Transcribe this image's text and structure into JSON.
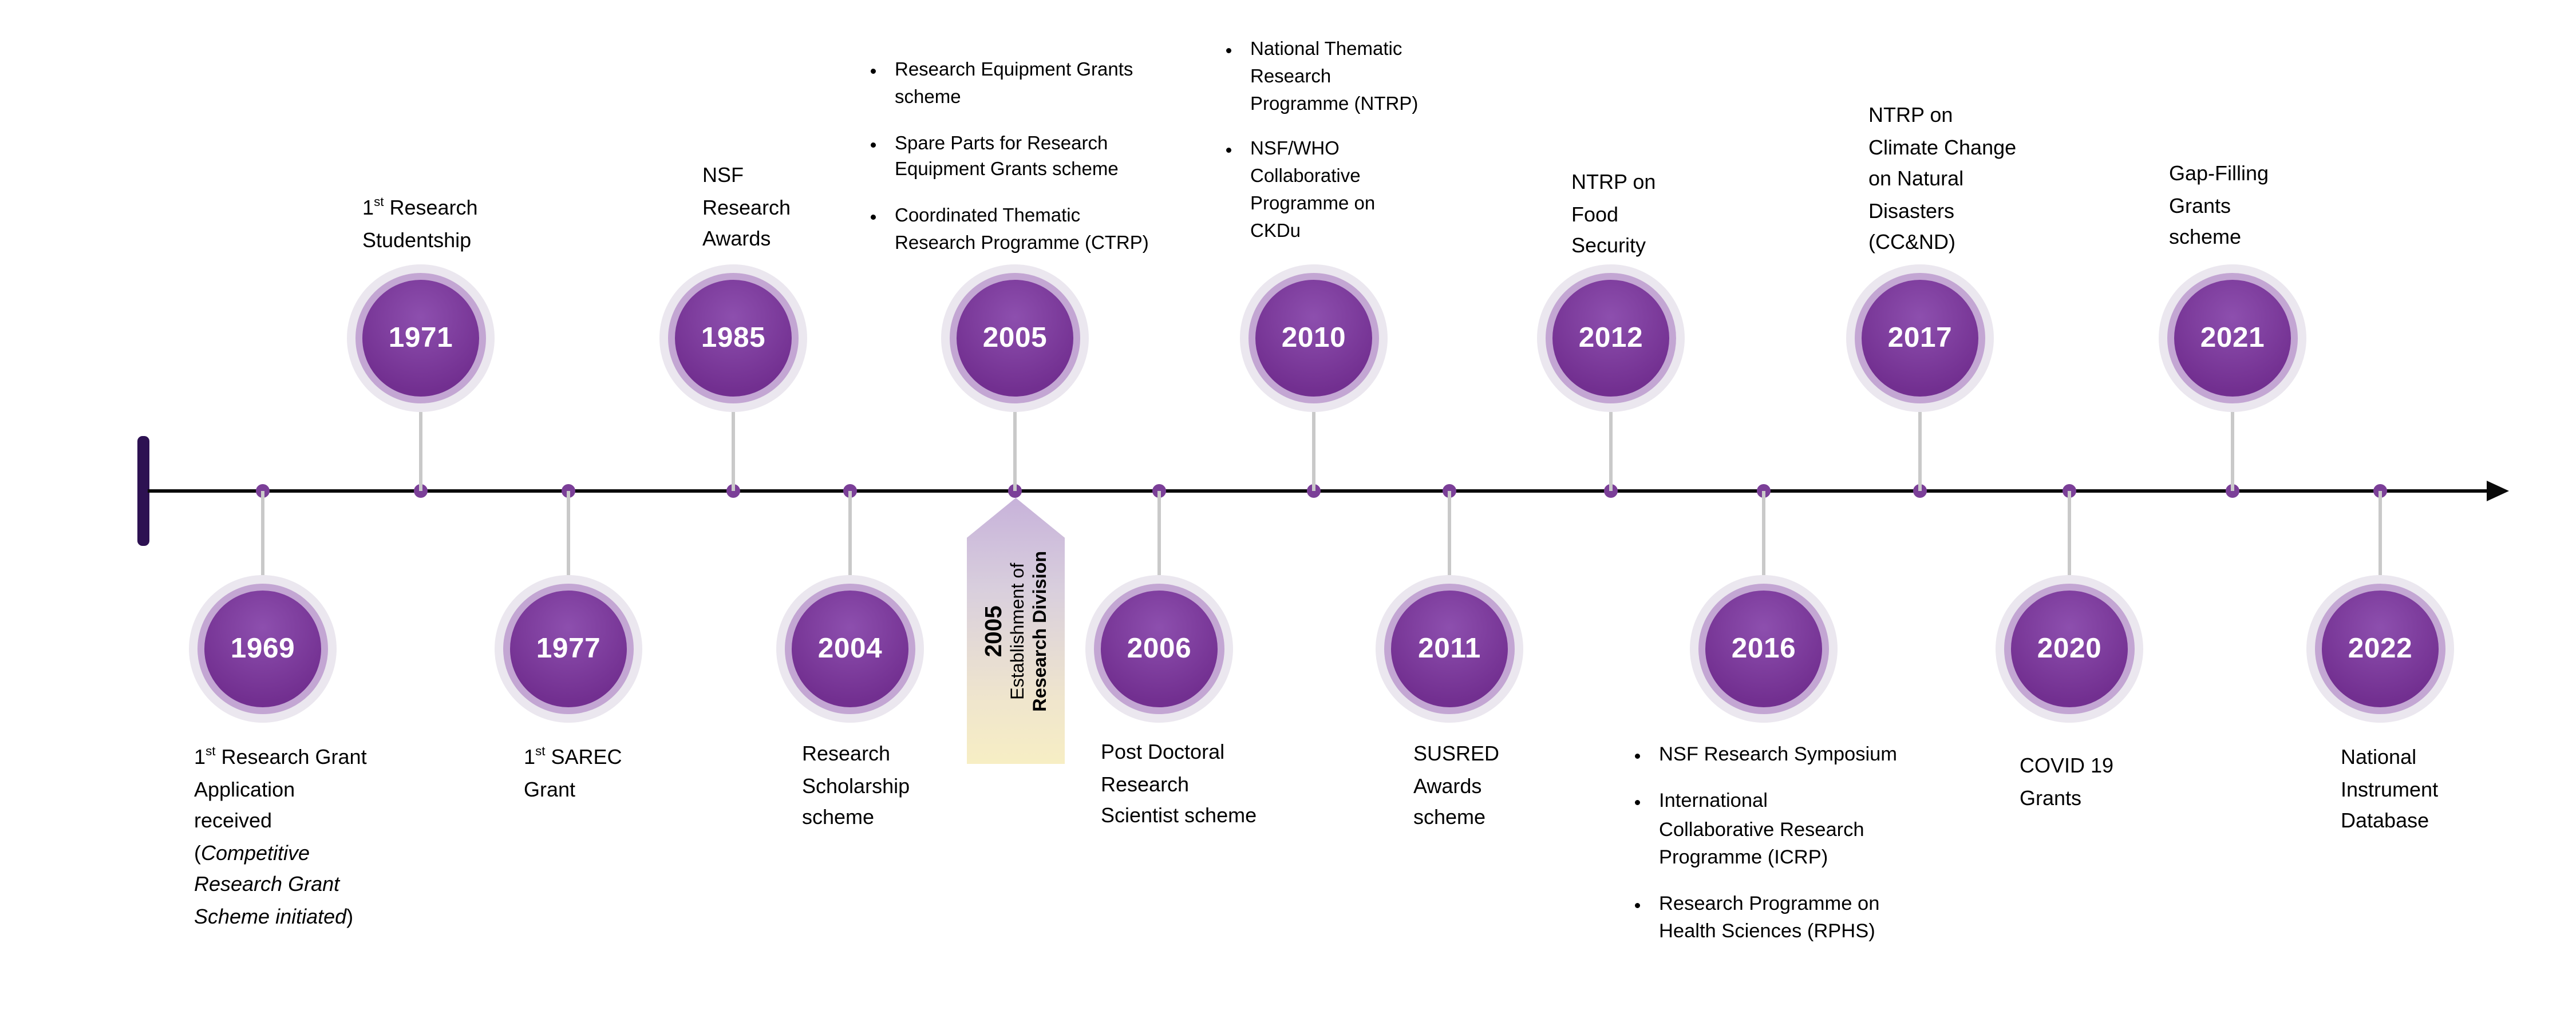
{
  "colors": {
    "circle_fill": "#7b3f98",
    "circle_ring": "#c3a6d3",
    "circle_outer_ring": "#ebe7ef",
    "axis_line": "#0a0a0a",
    "timeline_dot": "#7b3f98",
    "connector": "#c9c9c9",
    "start_cap": "#2d1152",
    "banner_gradient_top": "#c7b2da",
    "banner_gradient_bottom": "#f7eec4"
  },
  "banner": {
    "year": "2005",
    "line1": "Establishment of",
    "line2": "Research Division"
  },
  "events_above": [
    {
      "year": "1971",
      "label_html": "1<sup>st</sup> Research\nStudentship"
    },
    {
      "year": "1985",
      "label": "NSF\nResearch\nAwards"
    },
    {
      "year": "2005",
      "bullets": [
        "Research Equipment Grants\nscheme",
        "Spare Parts for Research\nEquipment Grants scheme",
        "Coordinated Thematic\nResearch Programme (CTRP)"
      ]
    },
    {
      "year": "2010",
      "bullets": [
        "National Thematic\nResearch\nProgramme (NTRP)",
        "NSF/WHO\nCollaborative\nProgramme on\nCKDu"
      ]
    },
    {
      "year": "2012",
      "label": "NTRP on\nFood\nSecurity"
    },
    {
      "year": "2017",
      "label": "NTRP on\nClimate Change\non Natural\nDisasters\n(CC&ND)"
    },
    {
      "year": "2021",
      "label": "Gap-Filling\nGrants\nscheme"
    }
  ],
  "events_below": [
    {
      "year": "1969",
      "label_html": "1<sup>st</sup> Research Grant\nApplication\nreceived\n(<i>Competitive\nResearch Grant\nScheme initiated</i>)"
    },
    {
      "year": "1977",
      "label_html": "1<sup>st</sup> SAREC\nGrant"
    },
    {
      "year": "2004",
      "label": "Research\nScholarship\nscheme"
    },
    {
      "year": "2006",
      "label": "Post Doctoral\nResearch\nScientist scheme"
    },
    {
      "year": "2011",
      "label": "SUSRED\nAwards\nscheme"
    },
    {
      "year": "2016",
      "bullets": [
        "NSF Research Symposium",
        "International\nCollaborative Research\nProgramme (ICRP)",
        "Research Programme on\nHealth Sciences (RPHS)"
      ]
    },
    {
      "year": "2020",
      "label": "COVID 19\nGrants"
    },
    {
      "year": "2022",
      "label": "National\nInstrument\nDatabase"
    }
  ]
}
